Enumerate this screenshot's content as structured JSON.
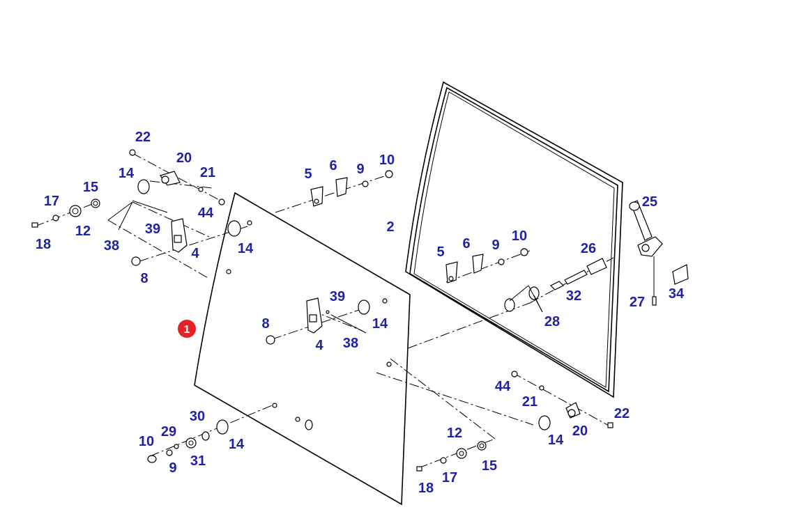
{
  "diagram": {
    "badge": "1",
    "labels": [
      "22",
      "20",
      "14",
      "21",
      "15",
      "17",
      "44",
      "12",
      "39",
      "38",
      "4",
      "18",
      "8",
      "14",
      "5",
      "6",
      "9",
      "10",
      "2",
      "25",
      "34",
      "27",
      "26",
      "5",
      "6",
      "9",
      "10",
      "32",
      "28",
      "39",
      "8",
      "14",
      "38",
      "4",
      "44",
      "21",
      "22",
      "20",
      "14",
      "12",
      "15",
      "17",
      "18",
      "30",
      "29",
      "10",
      "14",
      "9",
      "31"
    ]
  }
}
